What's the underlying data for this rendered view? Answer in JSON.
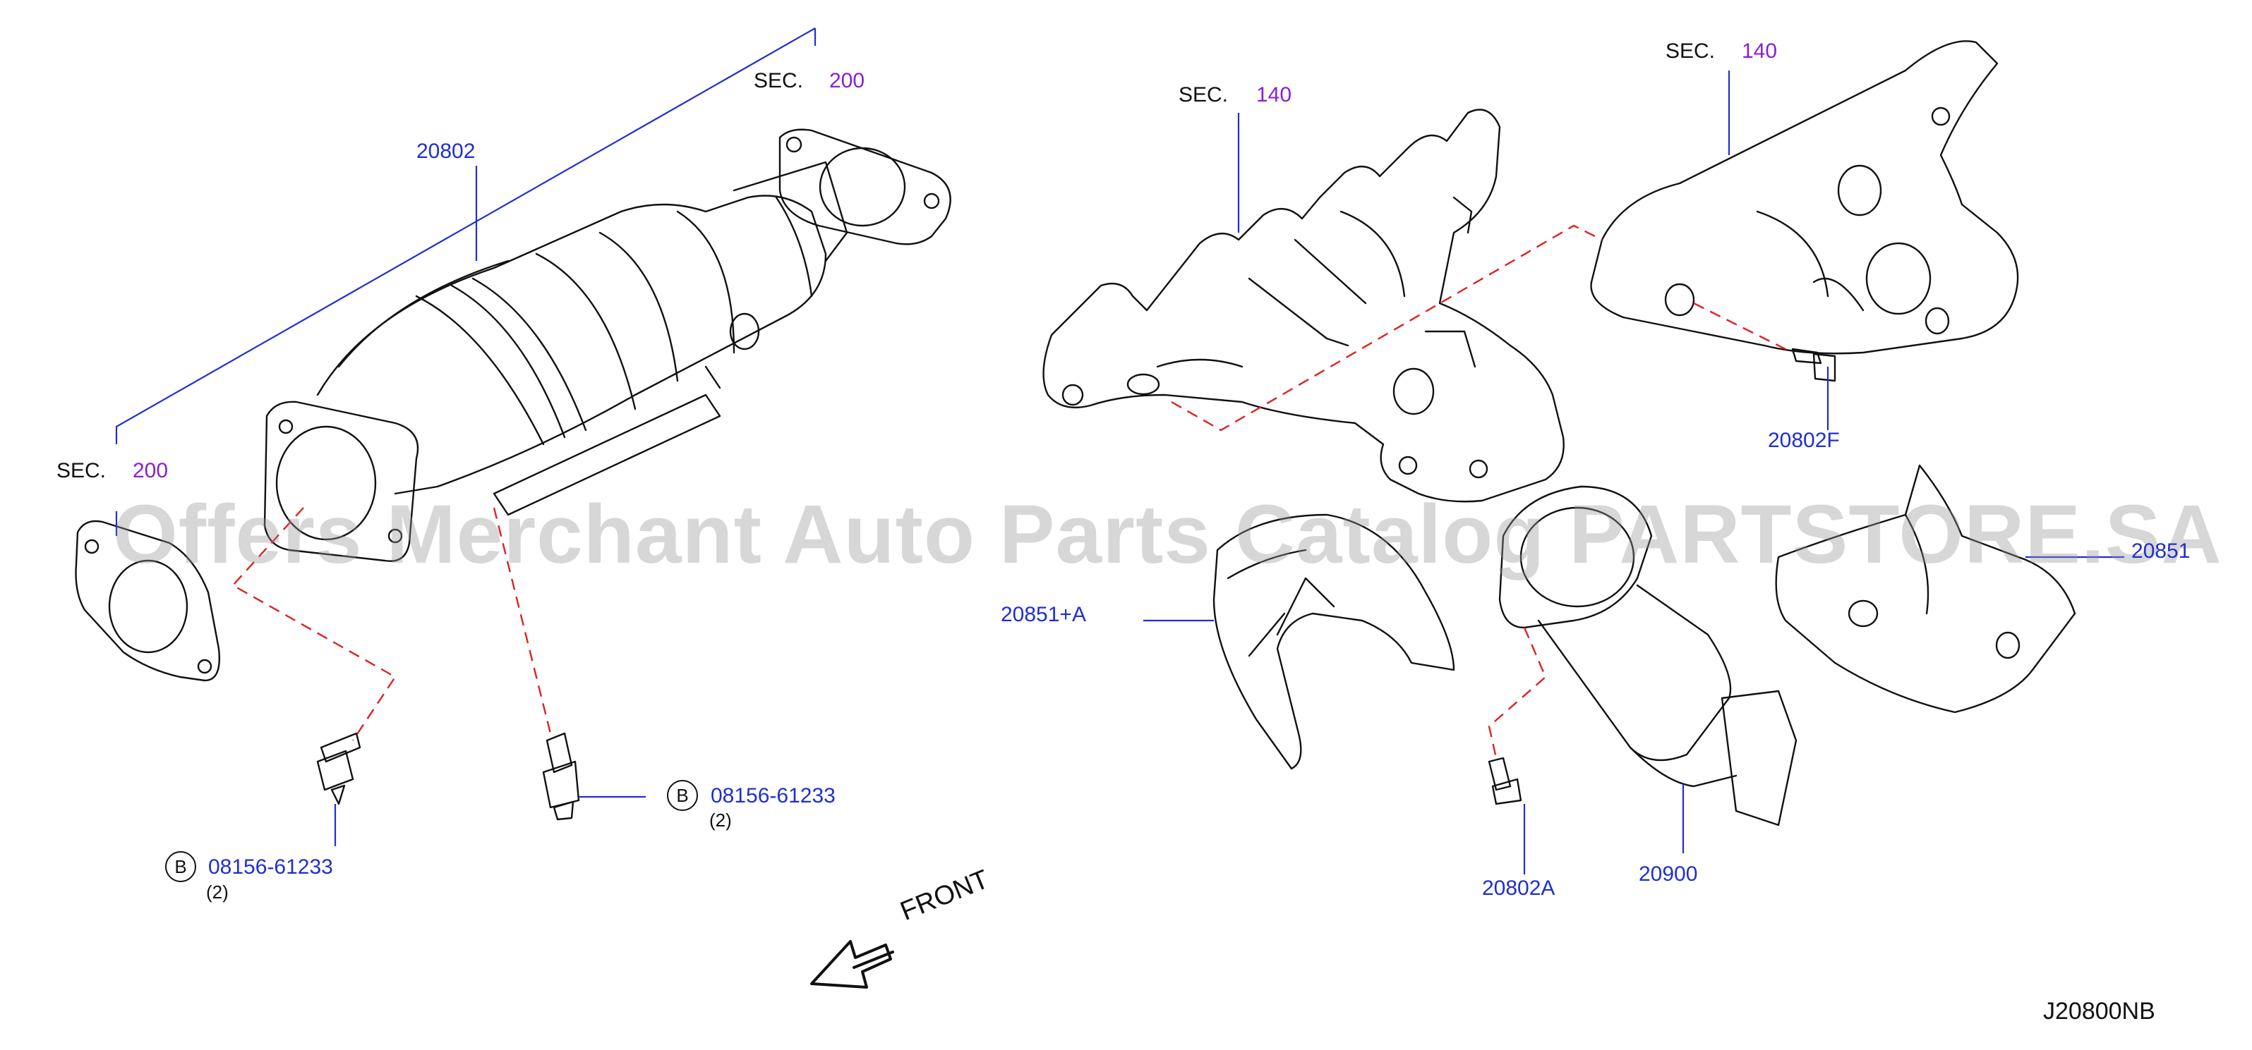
{
  "diagram": {
    "code": "J20800NB",
    "front_label": "FRONT",
    "watermark": "Offers Merchant Auto Parts Catalog PARTSTORE.SA",
    "sec_labels": [
      {
        "prefix": "SEC.",
        "number": "200"
      },
      {
        "prefix": "SEC.",
        "number": "200"
      },
      {
        "prefix": "SEC.",
        "number": "140"
      },
      {
        "prefix": "SEC.",
        "number": "140"
      }
    ],
    "part_labels": {
      "p20802": "20802",
      "p20802F": "20802F",
      "p20851A": "20851+A",
      "p20851": "20851",
      "p20802A": "20802A",
      "p20900": "20900",
      "bolt_left": "08156-61233",
      "bolt_center": "08156-61233"
    },
    "markers": {
      "b_left": "B",
      "b_center": "B",
      "qty_left": "(2)",
      "qty_center": "(2)"
    },
    "colors": {
      "leader": "#1f2fd0",
      "dash": "#e02020",
      "part_number": "#1f2fd0",
      "sec_number": "#8a1fd6",
      "outline": "#111111"
    }
  }
}
